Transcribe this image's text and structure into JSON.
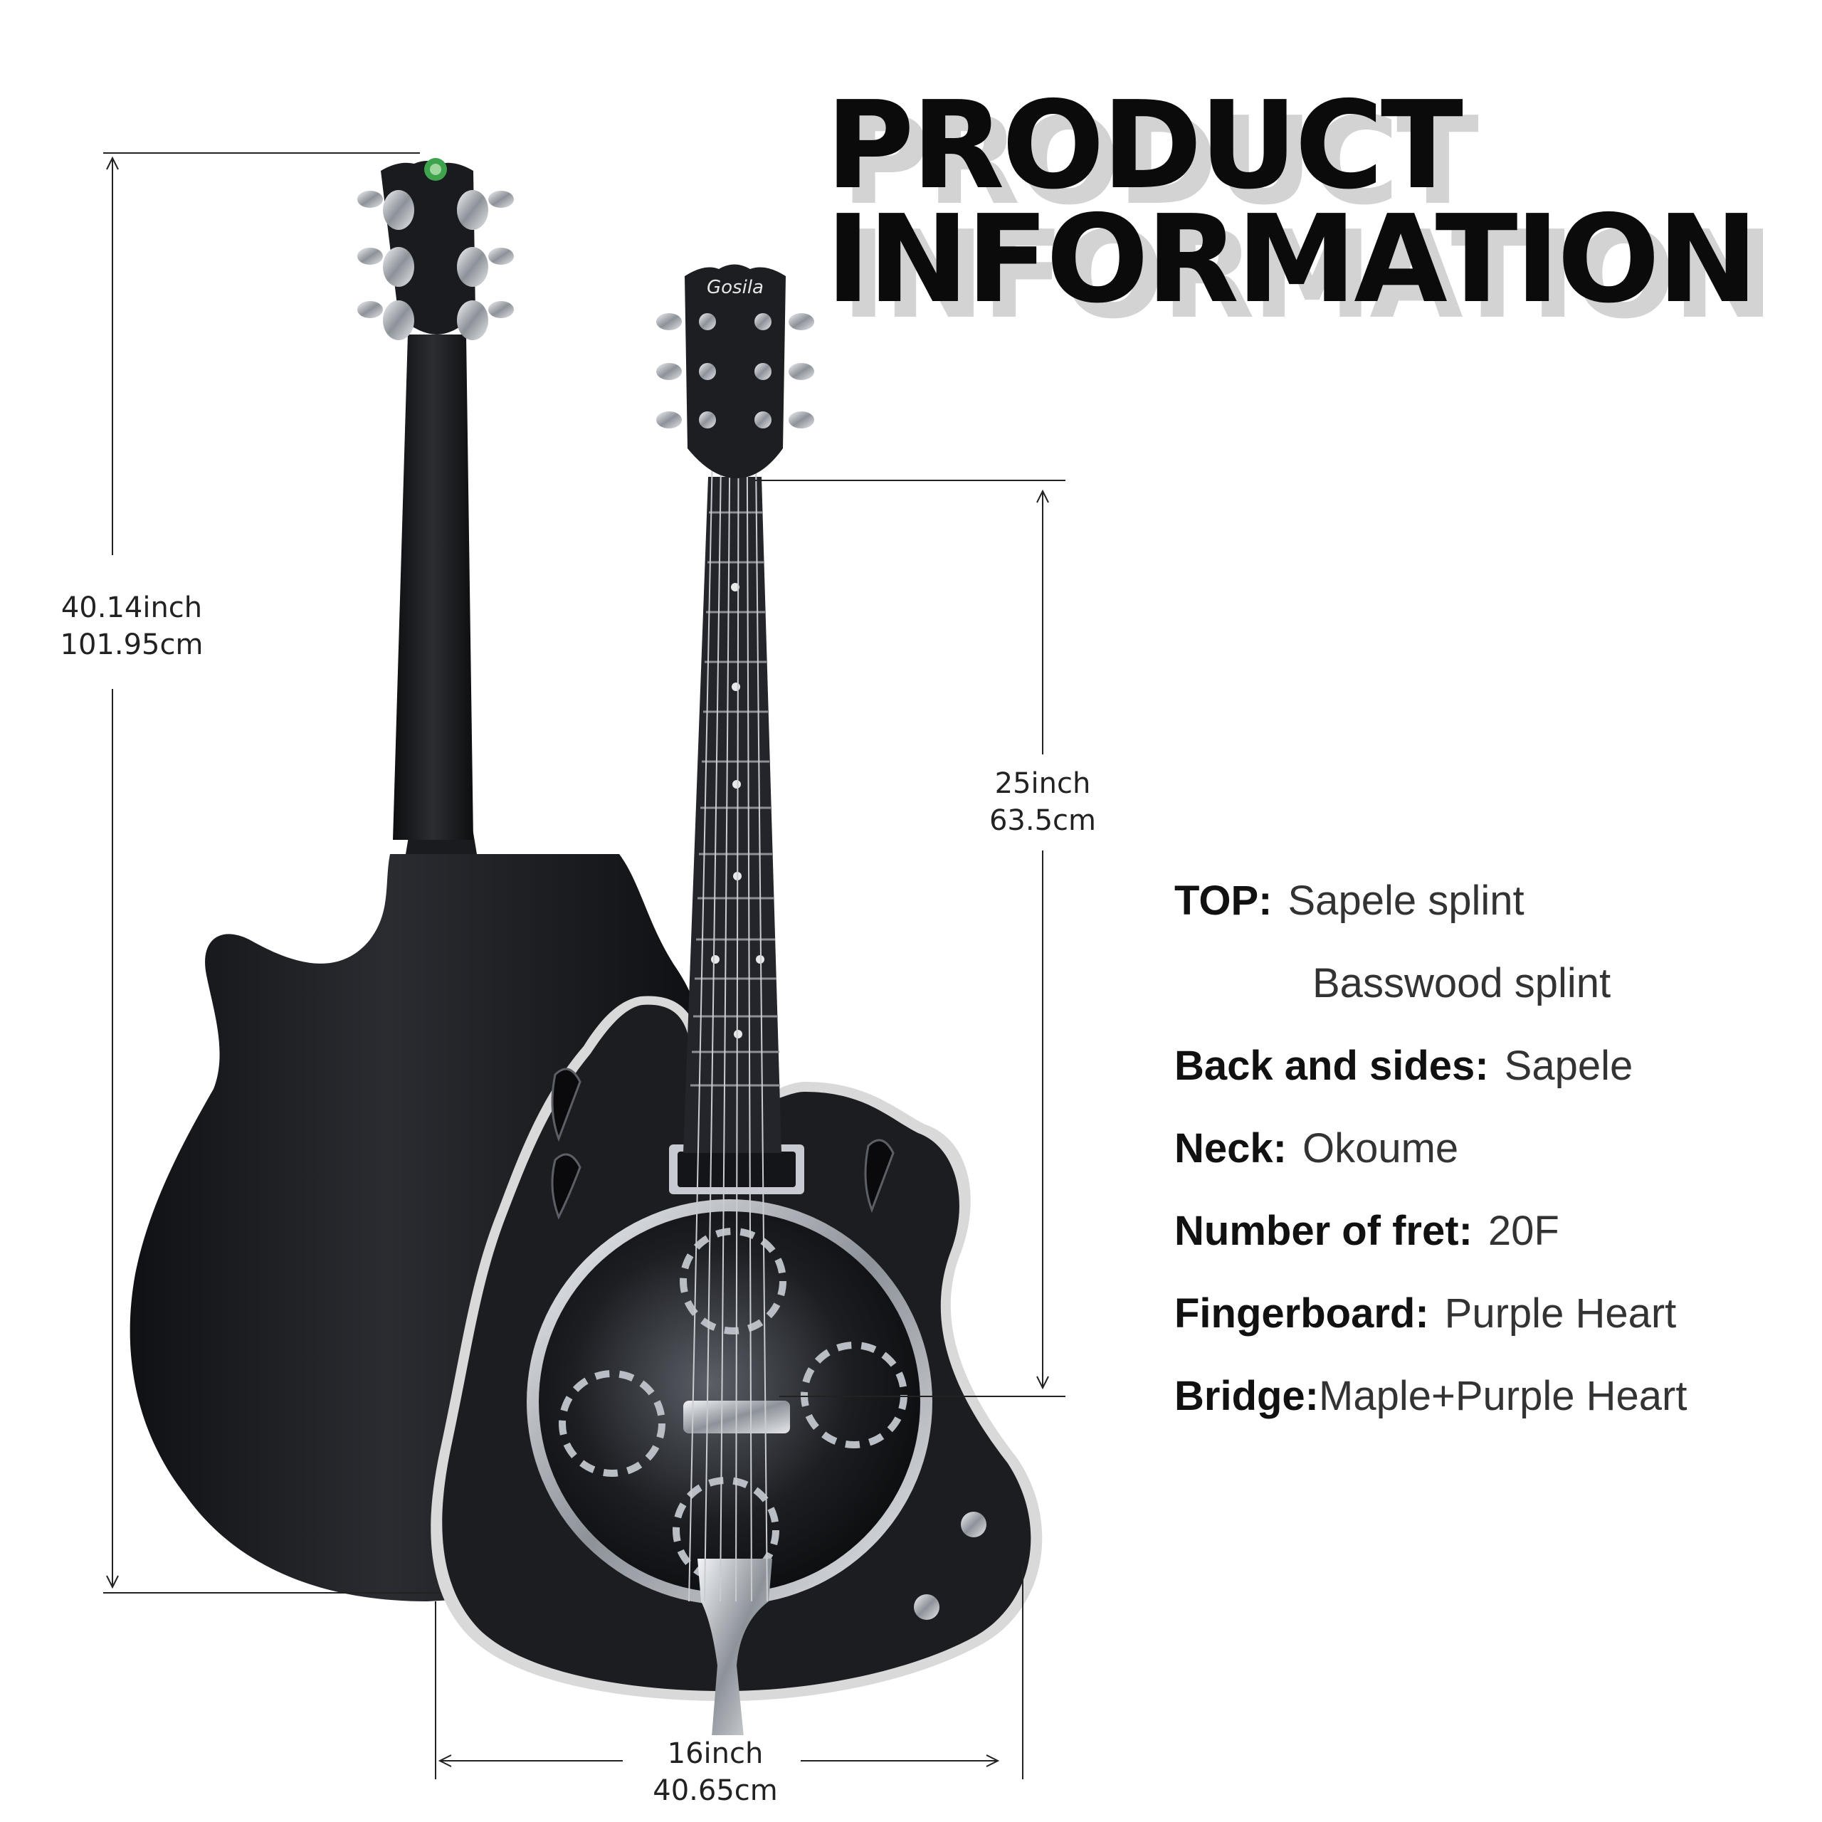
{
  "title": {
    "line1": "PRODUCT",
    "line2": "INFORMATION"
  },
  "dimensions": {
    "height": {
      "inch": "40.14inch",
      "cm": "101.95cm"
    },
    "scale": {
      "inch": "25inch",
      "cm": "63.5cm"
    },
    "width": {
      "inch": "16inch",
      "cm": "40.65cm"
    }
  },
  "brand": "Gosila",
  "specs": [
    {
      "key": "TOP:",
      "value": "Sapele splint"
    },
    {
      "key": "",
      "value": "Basswood splint"
    },
    {
      "key": "Back and sides:",
      "value": "Sapele"
    },
    {
      "key": "Neck:",
      "value": "Okoume"
    },
    {
      "key": "Number of fret:",
      "value": "20F"
    },
    {
      "key": "Fingerboard:",
      "value": "Purple Heart"
    },
    {
      "key": "Bridge:",
      "value": "Maple+Purple Heart"
    }
  ],
  "colors": {
    "guitar_body": "#1c1d20",
    "binding": "#cfcfcf",
    "chrome": "#c9ccd1",
    "line": "#222222"
  }
}
